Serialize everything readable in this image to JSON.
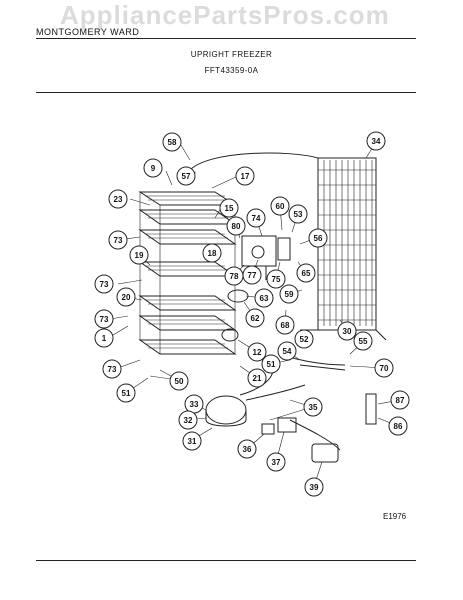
{
  "watermark": "AppliancePartsPros.com",
  "header": {
    "section": "MONTGOMERY WARD",
    "title": "UPRIGHT FREEZER",
    "model": "FFT43359-0A"
  },
  "figure_code": "E1976",
  "callouts": [
    {
      "id": "c58",
      "label": "58"
    },
    {
      "id": "c9",
      "label": "9"
    },
    {
      "id": "c57",
      "label": "57"
    },
    {
      "id": "c17",
      "label": "17"
    },
    {
      "id": "c23",
      "label": "23"
    },
    {
      "id": "c15",
      "label": "15"
    },
    {
      "id": "c74",
      "label": "74"
    },
    {
      "id": "c60",
      "label": "60"
    },
    {
      "id": "c53",
      "label": "53"
    },
    {
      "id": "c34",
      "label": "34"
    },
    {
      "id": "c73a",
      "label": "73"
    },
    {
      "id": "c80",
      "label": "80"
    },
    {
      "id": "c18",
      "label": "18"
    },
    {
      "id": "c56",
      "label": "56"
    },
    {
      "id": "c19",
      "label": "19"
    },
    {
      "id": "c78",
      "label": "78"
    },
    {
      "id": "c77",
      "label": "77"
    },
    {
      "id": "c75",
      "label": "75"
    },
    {
      "id": "c65",
      "label": "65"
    },
    {
      "id": "c73b",
      "label": "73"
    },
    {
      "id": "c63",
      "label": "63"
    },
    {
      "id": "c59",
      "label": "59"
    },
    {
      "id": "c20",
      "label": "20"
    },
    {
      "id": "c73c",
      "label": "73"
    },
    {
      "id": "c62",
      "label": "62"
    },
    {
      "id": "c68",
      "label": "68"
    },
    {
      "id": "c1",
      "label": "1"
    },
    {
      "id": "c30",
      "label": "30"
    },
    {
      "id": "c52",
      "label": "52"
    },
    {
      "id": "c54",
      "label": "54"
    },
    {
      "id": "c55",
      "label": "55"
    },
    {
      "id": "c12",
      "label": "12"
    },
    {
      "id": "c51a",
      "label": "51"
    },
    {
      "id": "c73d",
      "label": "73"
    },
    {
      "id": "c70",
      "label": "70"
    },
    {
      "id": "c50",
      "label": "50"
    },
    {
      "id": "c21",
      "label": "21"
    },
    {
      "id": "c51b",
      "label": "51"
    },
    {
      "id": "c33",
      "label": "33"
    },
    {
      "id": "c35",
      "label": "35"
    },
    {
      "id": "c87",
      "label": "87"
    },
    {
      "id": "c32",
      "label": "32"
    },
    {
      "id": "c86",
      "label": "86"
    },
    {
      "id": "c36",
      "label": "36"
    },
    {
      "id": "c31",
      "label": "31"
    },
    {
      "id": "c37",
      "label": "37"
    },
    {
      "id": "c39",
      "label": "39"
    }
  ]
}
